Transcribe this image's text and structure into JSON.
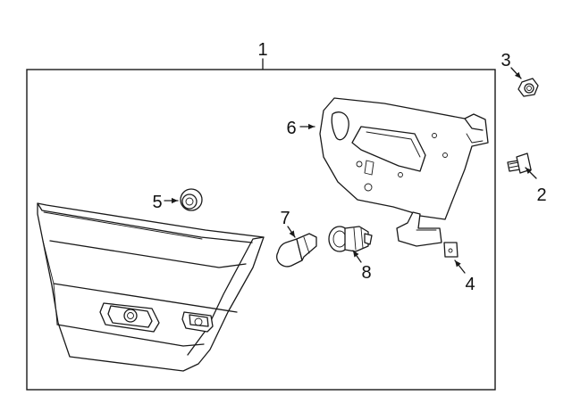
{
  "callouts": [
    {
      "id": "1",
      "part": "tail-lamp-assembly"
    },
    {
      "id": "2",
      "part": "bolt"
    },
    {
      "id": "3",
      "part": "nut"
    },
    {
      "id": "4",
      "part": "clip"
    },
    {
      "id": "5",
      "part": "grommet"
    },
    {
      "id": "6",
      "part": "bracket"
    },
    {
      "id": "7",
      "part": "bulb"
    },
    {
      "id": "8",
      "part": "socket"
    }
  ],
  "colors": {
    "line": "#1a1a1a",
    "background": "#ffffff"
  }
}
